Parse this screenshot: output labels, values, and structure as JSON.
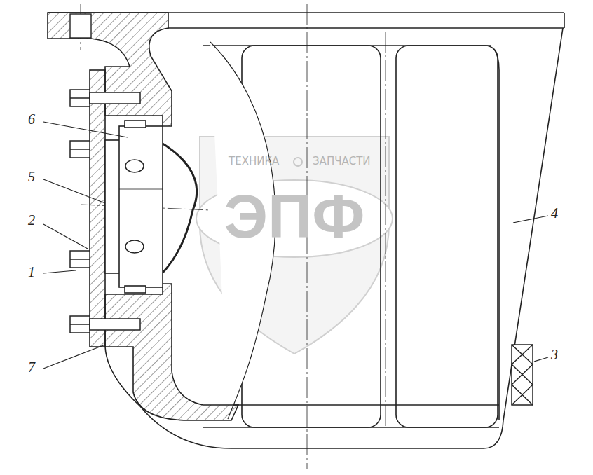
{
  "diagram": {
    "labels": [
      "6",
      "5",
      "2",
      "1",
      "7",
      "4",
      "3",
      "ТЕХНИКА",
      "ЗАПЧАСТИ",
      "ЭПФ"
    ]
  }
}
